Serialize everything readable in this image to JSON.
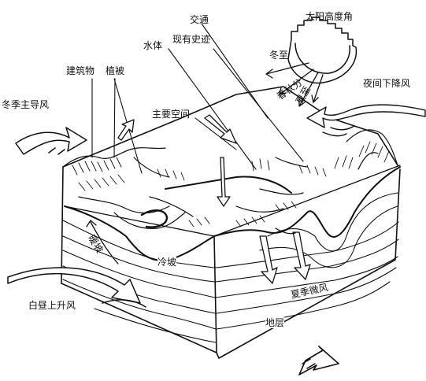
{
  "labels": {
    "sun_angle": "太阳高度角",
    "traffic": "交通",
    "historic": "现有史迹",
    "water": "水体",
    "buildings": "建筑物",
    "vegetation": "植被",
    "winter_wind": "冬季主导风",
    "main_space": "主要空间",
    "night_wind": "夜间下降风",
    "winter": "冬至",
    "equinox": "春秋分",
    "summer": "夏至",
    "warm_slope": "暖坡",
    "cold_slope": "冷坡",
    "summer_breeze": "夏季微风",
    "day_wind": "白昼上升风",
    "strata": "地层"
  },
  "icons": {
    "sun": "sun-icon",
    "wind_arrows": "wind-arrow-icon"
  }
}
